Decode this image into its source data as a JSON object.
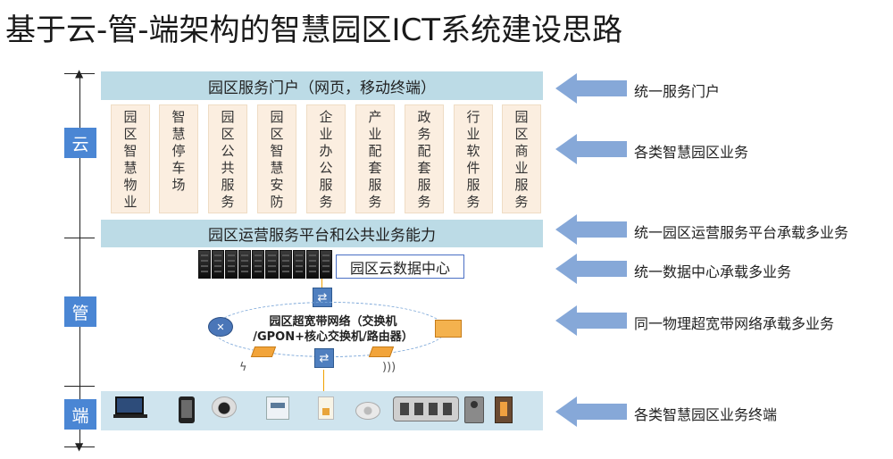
{
  "title": "基于云-管-端架构的智慧园区ICT系统建设思路",
  "layers": {
    "cloud": "云",
    "pipe": "管",
    "end": "端"
  },
  "portal_bar": "园区服务门户（网页，移动终端）",
  "services": [
    [
      "园",
      "区",
      "智",
      "慧",
      "物",
      "业"
    ],
    [
      "智",
      "慧",
      "停",
      "车",
      "场"
    ],
    [
      "园",
      "区",
      "公",
      "共",
      "服",
      "务"
    ],
    [
      "园",
      "区",
      "智",
      "慧",
      "安",
      "防"
    ],
    [
      "企",
      "业",
      "办",
      "公",
      "服",
      "务"
    ],
    [
      "产",
      "业",
      "配",
      "套",
      "服",
      "务"
    ],
    [
      "政",
      "务",
      "配",
      "套",
      "服",
      "务"
    ],
    [
      "行",
      "业",
      "软",
      "件",
      "服",
      "务"
    ],
    [
      "园",
      "区",
      "商",
      "业",
      "服",
      "务"
    ]
  ],
  "platform_bar": "园区运营服务平台和公共业务能力",
  "data_center_label": "园区云数据中心",
  "network": {
    "line1": "园区超宽带网络（交换机",
    "line2": "/GPON+核心交换机/路由器）"
  },
  "icons": {
    "switch": "switch-icon",
    "router": "router-icon",
    "onu": "onu-icon",
    "wireless": "wireless-icon"
  },
  "right_labels": [
    "统一服务门户",
    "各类智慧园区业务",
    "统一园区运营服务平台承载多业务",
    "统一数据中心承载多业务",
    "同一物理超宽带网络承载多业务",
    "各类智慧园区业务终端"
  ],
  "colors": {
    "layer_box": "#4a86d4",
    "bar": "#bcdbe6",
    "service_col": "#fbeee0",
    "arrow": "#86a8d8"
  }
}
